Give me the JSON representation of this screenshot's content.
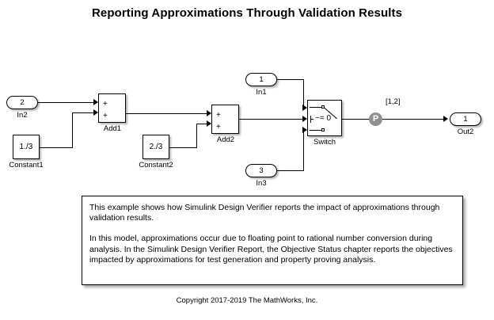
{
  "title": "Reporting Approximations Through Validation Results",
  "blocks": {
    "in2": {
      "value": "2",
      "label": "In2"
    },
    "in1": {
      "value": "1",
      "label": "In1"
    },
    "in3": {
      "value": "3",
      "label": "In3"
    },
    "out2": {
      "value": "1",
      "label": "Out2"
    },
    "constant1": {
      "value": "1./3",
      "label": "Constant1"
    },
    "constant2": {
      "value": "2./3",
      "label": "Constant2"
    },
    "add1": {
      "label": "Add1",
      "sign_top": "+",
      "sign_bottom": "+"
    },
    "add2": {
      "label": "Add2",
      "sign_top": "+",
      "sign_bottom": "+"
    },
    "switch": {
      "label": "Switch",
      "criteria": "~= 0"
    }
  },
  "objective_marker": {
    "label": "[1,2]",
    "glyph": "P",
    "color": "#909090"
  },
  "annotation": {
    "paragraph1": "This example shows how Simulink Design Verifier reports the impact of approximations through validation results.",
    "paragraph2": "In this model, approximations occur due to floating point to rational number conversion during analysis. In the Simulink Design Verifier Report, the Objective Status chapter reports the objectives impacted by approximations for test generation and property proving analysis."
  },
  "copyright": "Copyright 2017-2019 The MathWorks, Inc."
}
